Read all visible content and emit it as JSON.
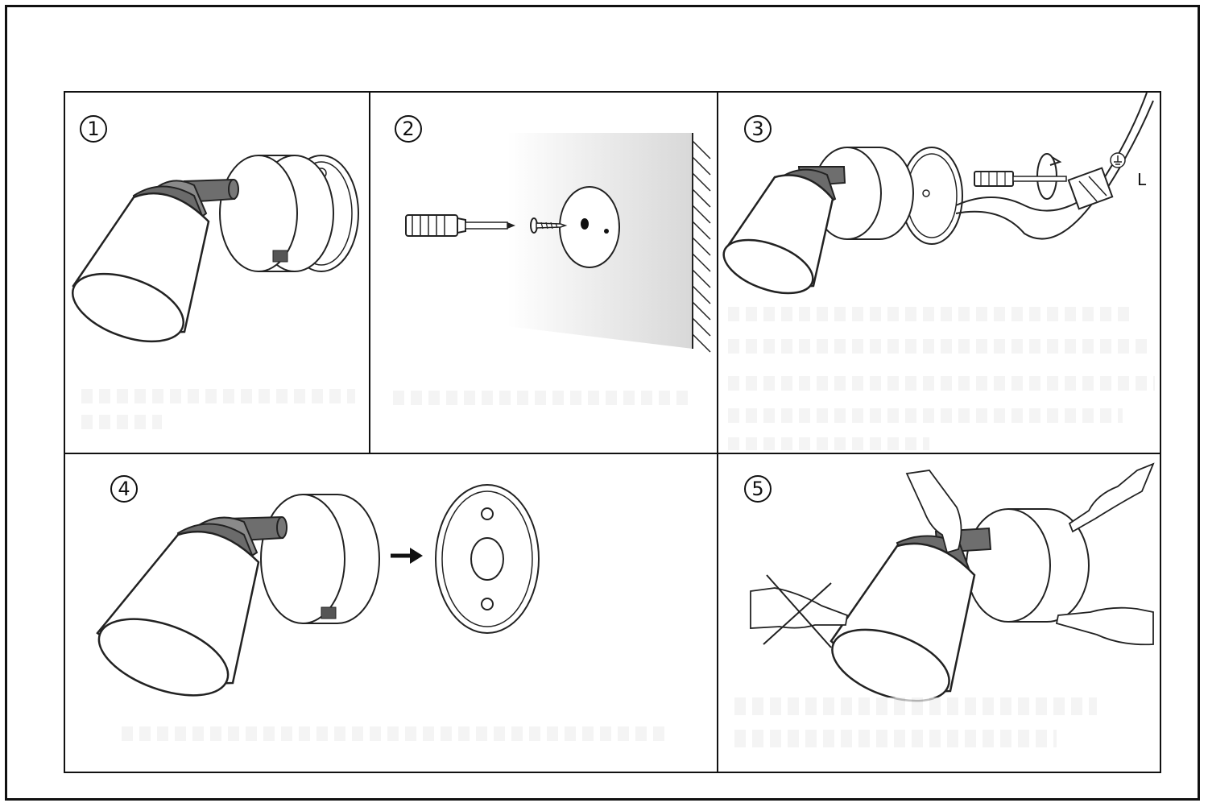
{
  "steps": [
    {
      "number": "1"
    },
    {
      "number": "2"
    },
    {
      "number": "3",
      "wire_label": "L"
    },
    {
      "number": "4"
    },
    {
      "number": "5"
    }
  ],
  "icons": {
    "screwdriver": "screwdriver-icon",
    "screw": "screw-icon",
    "arrow": "arrow-right-icon",
    "rotate": "rotate-icon",
    "ground": "ground-symbol-icon"
  }
}
